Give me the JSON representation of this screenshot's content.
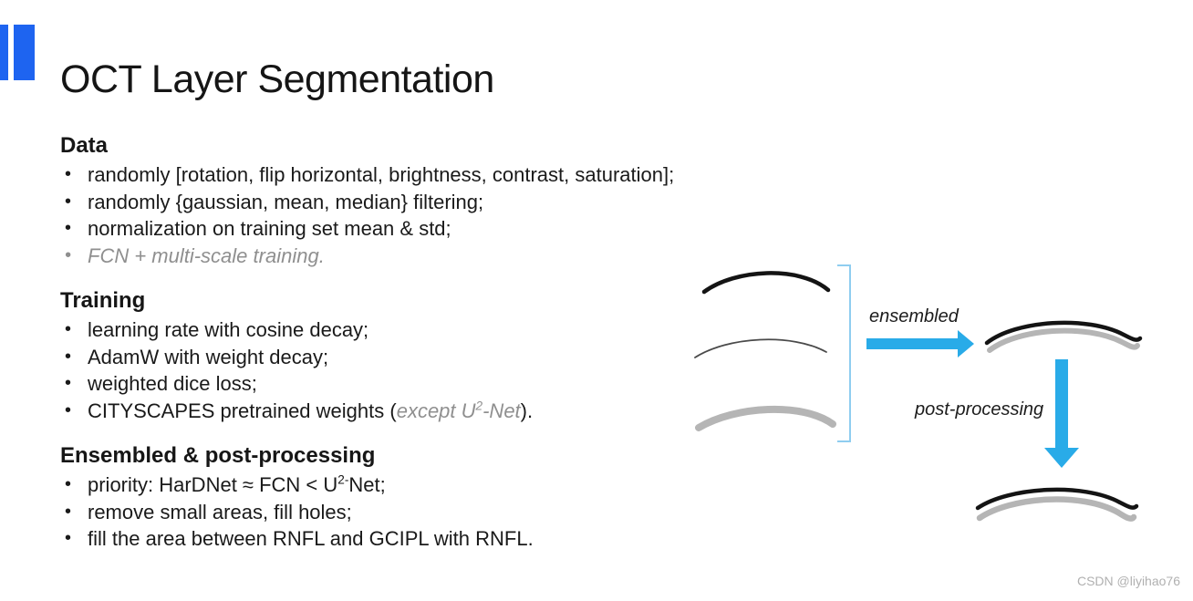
{
  "title": {
    "text": "OCT Layer Segmentation"
  },
  "accent": {
    "bar_color": "#1e64f0"
  },
  "text_colors": {
    "muted": "#8f8f8f"
  },
  "sections": [
    {
      "heading": "Data",
      "bullets": [
        {
          "text": "randomly [rotation, flip horizontal, brightness, contrast, saturation];"
        },
        {
          "text": "randomly {gaussian, mean, median} filtering;"
        },
        {
          "text": "normalization on training set mean & std;"
        },
        {
          "text": "FCN + multi-scale training."
        }
      ]
    },
    {
      "heading": "Training",
      "bullets": [
        {
          "text": "learning rate with cosine decay;"
        },
        {
          "text": "AdamW with weight decay;"
        },
        {
          "text": "weighted dice loss;"
        },
        {
          "pre": "CITYSCAPES pretrained weights (",
          "muted": "except U",
          "sup": "2",
          "muted2": "-Net",
          "post": ")."
        }
      ]
    },
    {
      "heading": "Ensembled & post-processing",
      "bullets": [
        {
          "pre": "priority: HarDNet ≈ FCN  <  U",
          "sup": "2-",
          "post": "Net;"
        },
        {
          "text": "remove small areas, fill holes;"
        },
        {
          "text": "fill the area between RNFL and GCIPL with RNFL."
        }
      ]
    }
  ],
  "diagram": {
    "ensembled_label": "ensembled",
    "postprocessing_label": "post-processing",
    "arrow_color": "#29abe8",
    "bracket_color": "#8fcdf0",
    "layer_black_color": "#141414",
    "layer_thin_color": "#4a4a4a",
    "layer_gray_color": "#b5b5b5"
  },
  "watermark": {
    "text": "CSDN @liyihao76",
    "color": "#b0b0b0"
  }
}
